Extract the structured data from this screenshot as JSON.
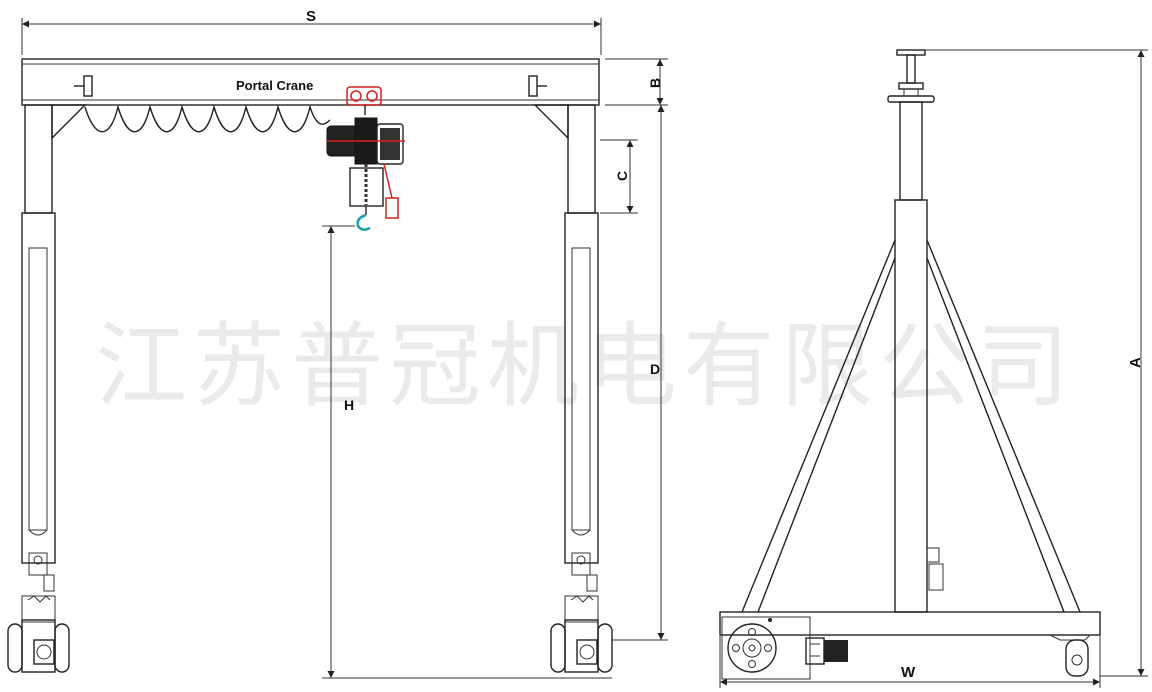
{
  "watermark": "江苏普冠机电有限公司",
  "beam_title": "Portal  Crane",
  "dims": {
    "S": "S",
    "B": "B",
    "C": "C",
    "D": "D",
    "H": "H",
    "A": "A",
    "W": "W"
  },
  "colors": {
    "line": "#222222",
    "hoist_red": "#d42020",
    "hook": "#1aa0a8",
    "watermark": "#d9d9d9"
  }
}
